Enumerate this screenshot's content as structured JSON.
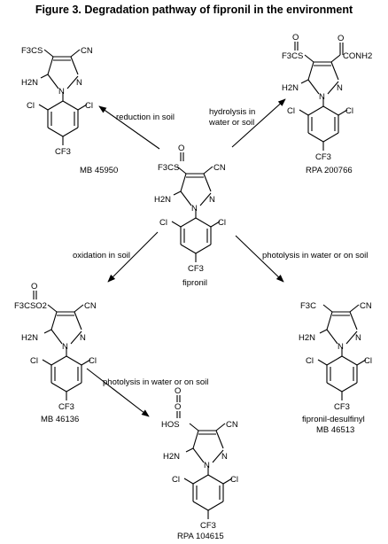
{
  "title": "Figure 3.  Degradation pathway of fipronil in the environment",
  "compounds": {
    "mb45950": {
      "name": "MB 45950",
      "s_group": "F3CS",
      "r3": "CN",
      "amine": "H2N"
    },
    "rpa200766": {
      "name": "RPA 200766",
      "s_group": "F3CS",
      "r3": "CONH2",
      "amine": "H2N",
      "oxo": "O"
    },
    "fipronil": {
      "name": "fipronil",
      "s_group": "F3CS",
      "r3": "CN",
      "amine": "H2N",
      "oxo": "O"
    },
    "mb46136": {
      "name": "MB 46136",
      "s_group": "F3CSO2",
      "r3": "CN",
      "amine": "H2N",
      "oxo": "O"
    },
    "desulfinyl": {
      "name": "fipronil-desulfinyl",
      "name2": "MB 46513",
      "s_group": "F3C",
      "r3": "CN",
      "amine": "H2N"
    },
    "rpa104615": {
      "name": "RPA 104615",
      "s_group": "HOS",
      "r3": "CN",
      "amine": "H2N",
      "oxo": "O",
      "oxo2": "O"
    }
  },
  "ring_atoms": {
    "n1": "N",
    "n2": "N",
    "cl": "Cl",
    "cf3": "CF3"
  },
  "pathways": {
    "reduction": "reduction in soil",
    "hydrolysis_1": "hydrolysis in",
    "hydrolysis_2": "water or soil",
    "oxidation": "oxidation in soil",
    "photolysis_desulfinyl": "photolysis in water or on soil",
    "photolysis_rpa": "photolysis in water or on soil"
  }
}
